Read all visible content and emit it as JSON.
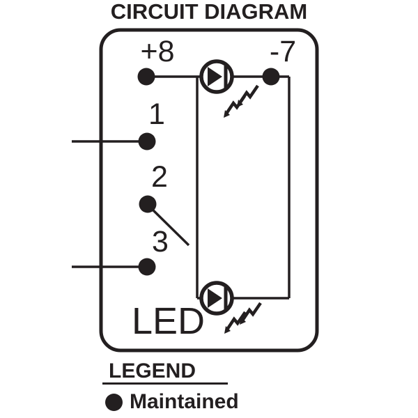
{
  "title": "CIRCUIT DIAGRAM",
  "colors": {
    "ink": "#231f20",
    "background": "#ffffff"
  },
  "diagram": {
    "terminals": [
      {
        "label": "+8"
      },
      {
        "label": "-7"
      },
      {
        "label": "1"
      },
      {
        "label": "2"
      },
      {
        "label": "3"
      }
    ],
    "led_label": "LED",
    "symbols": [
      {
        "name": "led-top",
        "type": "led-diode-with-arrows"
      },
      {
        "name": "led-bottom",
        "type": "led-diode-with-arrows"
      },
      {
        "name": "switch-lever",
        "type": "open-switch-from-terminal-2"
      }
    ]
  },
  "legend": {
    "heading": "LEGEND",
    "items": [
      {
        "symbol": "filled-circle",
        "label": "Maintained"
      }
    ]
  }
}
